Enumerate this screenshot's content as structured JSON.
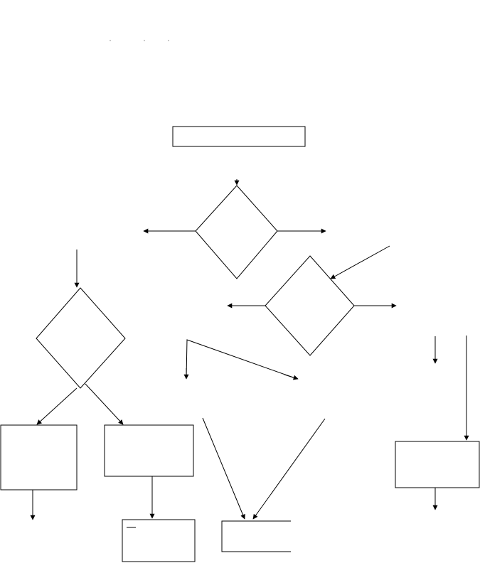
{
  "diagram": {
    "type": "flowchart",
    "colors": {
      "background": "#ffffff",
      "stroke": "#000000",
      "fill": "#ffffff"
    },
    "nodes": [
      {
        "id": "n1",
        "kind": "rectangle",
        "label": ""
      },
      {
        "id": "n2",
        "kind": "decision",
        "label": ""
      },
      {
        "id": "n3",
        "kind": "decision",
        "label": ""
      },
      {
        "id": "n4",
        "kind": "decision",
        "label": ""
      },
      {
        "id": "n5",
        "kind": "rectangle",
        "label": ""
      },
      {
        "id": "n6",
        "kind": "rectangle",
        "label": ""
      },
      {
        "id": "n7",
        "kind": "rectangle",
        "label": ""
      },
      {
        "id": "n8",
        "kind": "open-rectangle",
        "label": ""
      },
      {
        "id": "n9",
        "kind": "rectangle",
        "label": ""
      }
    ]
  }
}
